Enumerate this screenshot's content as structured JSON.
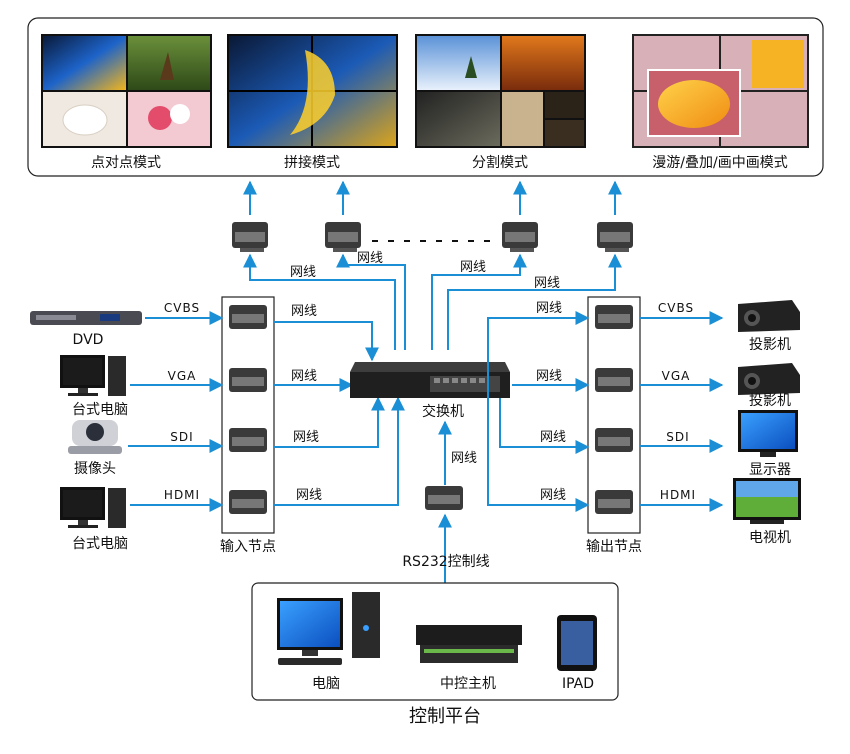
{
  "modes": [
    {
      "label": "点对点模式"
    },
    {
      "label": "拼接模式"
    },
    {
      "label": "分割模式"
    },
    {
      "label": "漫游/叠加/画中画模式"
    }
  ],
  "inputs": [
    {
      "device": "DVD",
      "signal": "CVBS"
    },
    {
      "device": "台式电脑",
      "signal": "VGA"
    },
    {
      "device": "摄像头",
      "signal": "SDI"
    },
    {
      "device": "台式电脑",
      "signal": "HDMI"
    }
  ],
  "outputs": [
    {
      "device": "投影机",
      "signal": "CVBS"
    },
    {
      "device": "投影机",
      "signal": "VGA"
    },
    {
      "device": "显示器",
      "signal": "SDI"
    },
    {
      "device": "电视机",
      "signal": "HDMI"
    }
  ],
  "network_label": "网线",
  "switch_label": "交换机",
  "input_node_label": "输入节点",
  "output_node_label": "输出节点",
  "rs232_label": "RS232控制线",
  "control": {
    "title": "控制平台",
    "items": [
      {
        "label": "电脑"
      },
      {
        "label": "中控主机"
      },
      {
        "label": "IPAD"
      }
    ]
  },
  "colors": {
    "flow": "#1a8fd6",
    "border": "#222222"
  }
}
